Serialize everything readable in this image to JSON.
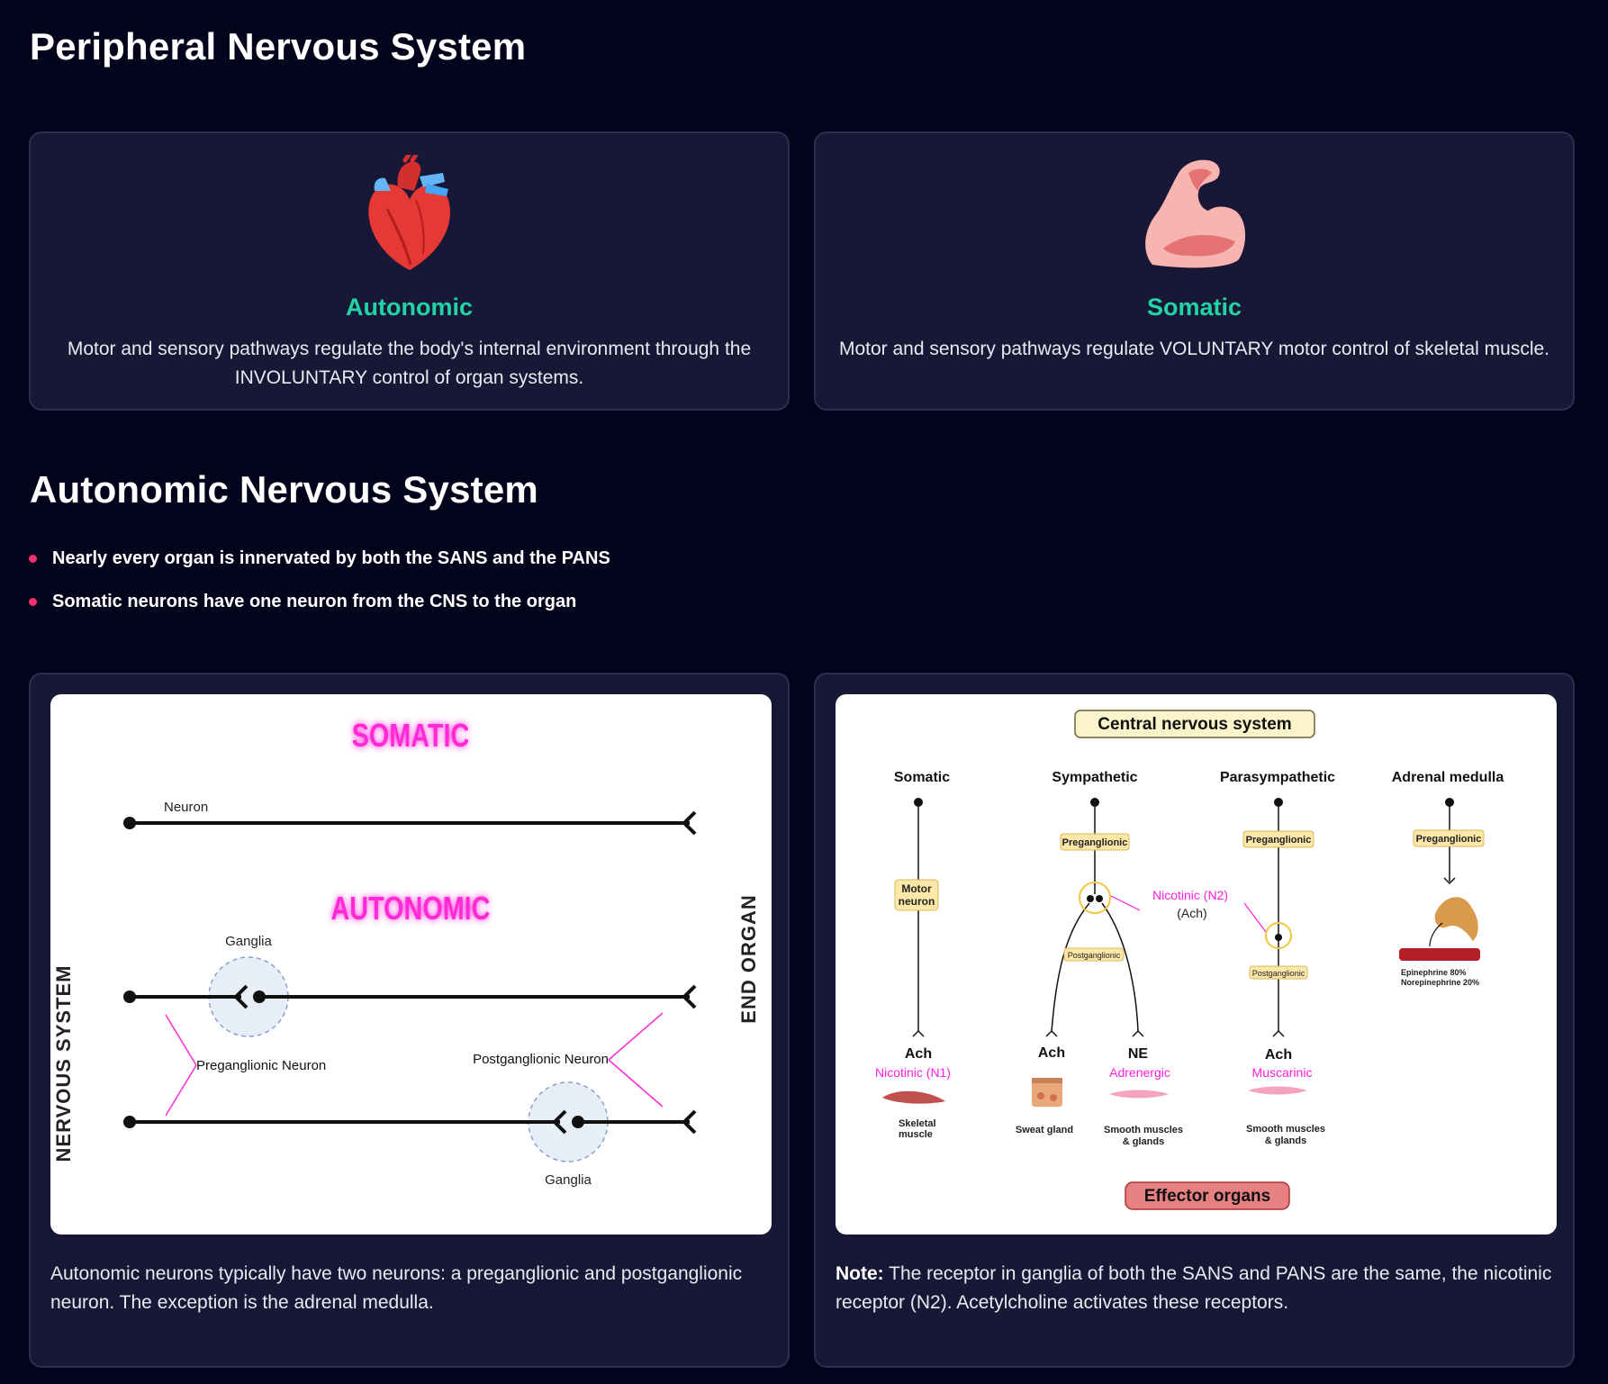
{
  "pns": {
    "title": "Peripheral Nervous System",
    "cards": [
      {
        "icon": "heart-icon",
        "heading": "Autonomic",
        "description": "Motor and sensory pathways regulate the body's internal environment through the INVOLUNTARY control of organ systems."
      },
      {
        "icon": "flexed-arm-icon",
        "heading": "Somatic",
        "description": "Motor and sensory pathways regulate VOLUNTARY motor control of skeletal muscle."
      }
    ]
  },
  "ans": {
    "title": "Autonomic Nervous System",
    "bullets": [
      "Nearly every organ is innervated by both the SANS and the PANS",
      "Somatic neurons have one neuron from the CNS to the organ"
    ]
  },
  "neuron_diagram": {
    "somatic_label": "SOMATIC",
    "autonomic_label": "AUTONOMIC",
    "neuron_label": "Neuron",
    "ganglia_label": "Ganglia",
    "preganglionic_label": "Preganglionic Neuron",
    "postganglionic_label": "Postganglionic Neuron",
    "left_axis_label": "NERVOUS SYSTEM",
    "right_axis_label": "END ORGAN",
    "caption": "Autonomic neurons typically have two neurons: a preganglionic and postganglionic neuron. The exception is the adrenal medulla."
  },
  "receptor_diagram": {
    "cns_label": "Central nervous system",
    "effector_label": "Effector organs",
    "columns": {
      "somatic": {
        "title": "Somatic",
        "box": [
          "Motor",
          "neuron"
        ],
        "transmitter": "Ach",
        "receptor": "Nicotinic (N1)",
        "target": [
          "Skeletal",
          "muscle"
        ]
      },
      "sympathetic": {
        "title": "Sympathetic",
        "pre": "Preganglionic",
        "post": "Postganglionic",
        "left_transmitter": "Ach",
        "right_transmitter": "NE",
        "right_receptor": "Adrenergic",
        "left_target": "Sweat gland",
        "right_target": [
          "Smooth muscles",
          "& glands"
        ]
      },
      "ganglion_note": [
        "Nicotinic (N2)",
        "(Ach)"
      ],
      "parasympathetic": {
        "title": "Parasympathetic",
        "pre": "Preganglionic",
        "post": "Postganglionic",
        "transmitter": "Ach",
        "receptor": "Muscarinic",
        "target": [
          "Smooth muscles",
          "& glands"
        ]
      },
      "adrenal": {
        "title": "Adrenal medulla",
        "pre": "Preganglionic",
        "secretion": [
          "Epinephrine 80%",
          "Norepinephrine 20%"
        ]
      }
    },
    "caption_bold": "Note:",
    "caption": "The receptor in ganglia of both the SANS and PANS are the same, the nicotinic receptor (N2). Acetylcholine activates these receptors."
  },
  "colors": {
    "background": "#03031c",
    "card": "#181836",
    "accent_green": "#22d3a6",
    "bullet_pink": "#f0306e",
    "magenta": "#ff1ee0"
  }
}
